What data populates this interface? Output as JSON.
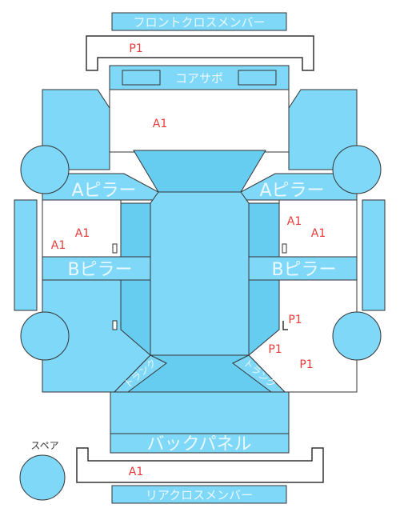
{
  "parts": {
    "front_cross_member": "フロントクロスメンバー",
    "core_support": "コアサポ",
    "a_pillar_left": "Aピラー",
    "a_pillar_right": "Aピラー",
    "b_pillar_left": "Bピラー",
    "b_pillar_right": "Bピラー",
    "trunk_left": "トランク",
    "trunk_right": "トランク",
    "back_panel": "バックパネル",
    "rear_cross_member": "リアクロスメンバー",
    "spare": "スペア"
  },
  "marks": {
    "front_cross": "P1",
    "hood_area": "A1",
    "left_1": "A1",
    "left_2": "A1",
    "right_1": "A1",
    "right_2": "A1",
    "right_rear_door": "P1",
    "right_rear_1": "P1",
    "right_rear_2": "P1",
    "rear_cross": "A1"
  },
  "colors": {
    "part_fill": "#7fd8f8",
    "part_dark": "#66cdf0",
    "damage_mark": "#e83a3a",
    "outline": "#333333"
  }
}
